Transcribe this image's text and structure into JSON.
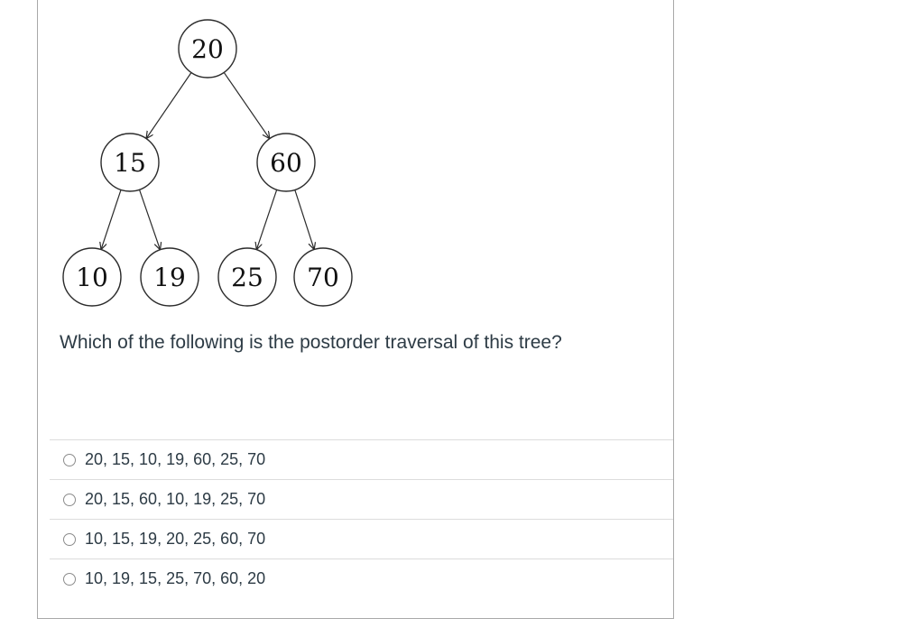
{
  "panel": {
    "border_color": "#a8a8a8",
    "background": "#ffffff",
    "divider_color": "#dcdcdc",
    "text_color": "#2d3b45"
  },
  "tree": {
    "stroke_color": "#2b2b2b",
    "nodes": [
      {
        "value": "20"
      },
      {
        "value": "15"
      },
      {
        "value": "60"
      },
      {
        "value": "10"
      },
      {
        "value": "19"
      },
      {
        "value": "25"
      },
      {
        "value": "70"
      }
    ],
    "edges": [
      {
        "from": "20",
        "to": "15"
      },
      {
        "from": "20",
        "to": "60"
      },
      {
        "from": "15",
        "to": "10"
      },
      {
        "from": "15",
        "to": "19"
      },
      {
        "from": "60",
        "to": "25"
      },
      {
        "from": "60",
        "to": "70"
      }
    ]
  },
  "question": {
    "text": "Which of the following is the postorder traversal of this tree?"
  },
  "options": [
    {
      "label": "20, 15, 10, 19, 60, 25, 70",
      "selected": false
    },
    {
      "label": "20, 15, 60, 10, 19, 25, 70",
      "selected": false
    },
    {
      "label": "10, 15, 19, 20, 25, 60, 70",
      "selected": false
    },
    {
      "label": "10, 19, 15, 25, 70, 60, 20",
      "selected": false
    }
  ]
}
